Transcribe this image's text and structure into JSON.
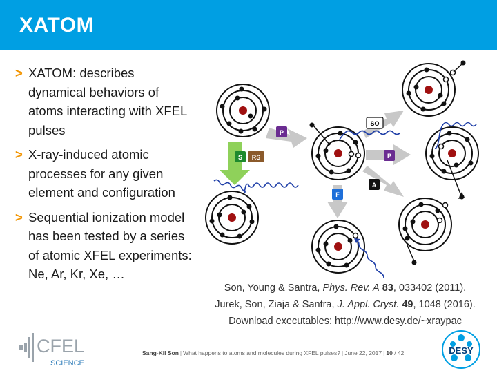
{
  "header": {
    "title": "XATOM"
  },
  "bullets": [
    {
      "marker": ">",
      "text": "XATOM: describes dynamical behaviors of atoms interacting with XFEL pulses"
    },
    {
      "marker": ">",
      "text": "X-ray-induced atomic processes for any given element and configuration"
    },
    {
      "marker": ">",
      "text": "Sequential ionization model has been tested by a series of atomic XFEL experiments: Ne, Ar, Kr, Xe, …"
    }
  ],
  "figure": {
    "labels": {
      "p_top": "P",
      "s": "S",
      "rs": "RS",
      "so": "SO",
      "p_right": "P",
      "a": "A",
      "f": "F"
    },
    "colors": {
      "p": "#6a2c91",
      "s": "#1e8a2e",
      "rs": "#8b5a2b",
      "so": "#ffffff",
      "a": "#111111",
      "f": "#1e6fd9",
      "nucleus": "#a01010",
      "arrow": "#c0c0c0",
      "green_arrow": "#8fd15a",
      "photon": "#1f3fa8"
    }
  },
  "references": [
    {
      "authors": "Son, Young & Santra, ",
      "journal": "Phys. Rev. A",
      "volume": "83",
      "rest": ", 033402 (2011)."
    },
    {
      "authors": "Jurek, Son, Ziaja & Santra, ",
      "journal": "J. Appl. Cryst.",
      "volume": "49",
      "rest": ", 1048 (2016)."
    }
  ],
  "download": {
    "label": "Download executables: ",
    "link": "http://www.desy.de/~xraypac"
  },
  "footer": {
    "author": "Sang-Kil Son",
    "talk": "What happens to atoms and molecules during XFEL pulses?",
    "date": "June 22, 2017",
    "page": "10",
    "total": "/ 42"
  },
  "logos": {
    "cfel_word": "CFEL",
    "cfel_sub": "SCIENCE",
    "desy_word": "DESY"
  }
}
